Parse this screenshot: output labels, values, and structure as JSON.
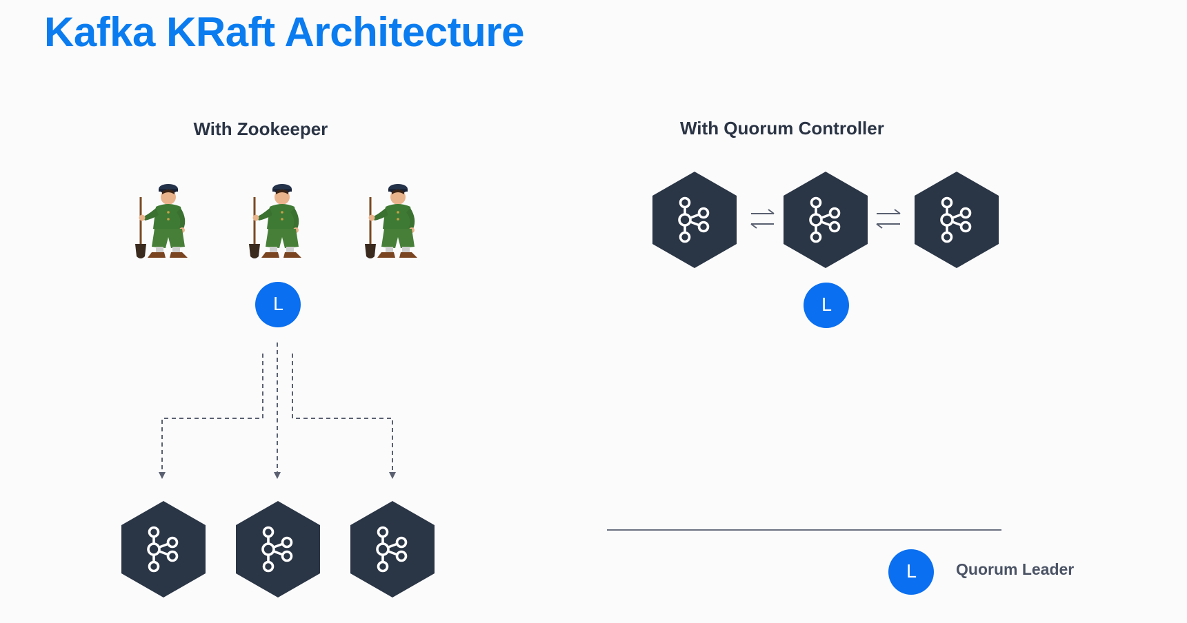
{
  "title": "Kafka KRaft Architecture",
  "left_panel": {
    "heading": "With Zookeeper",
    "zookeeper_count": 3,
    "leader_symbol": "L",
    "broker_count": 3
  },
  "right_panel": {
    "heading": "With Quorum Controller",
    "controller_count": 3,
    "leader_symbol": "L"
  },
  "legend": {
    "symbol": "L",
    "label": "Quorum Leader"
  },
  "colors": {
    "title": "#0a7cf0",
    "heading": "#2a3444",
    "hexagon": "#2a3545",
    "leader": "#0a6ff0",
    "connector": "#5a6070"
  },
  "icons": {
    "broker": "kafka-logo-icon",
    "zookeeper": "zookeeper-figure-icon",
    "sync": "bidirectional-arrows-icon"
  }
}
